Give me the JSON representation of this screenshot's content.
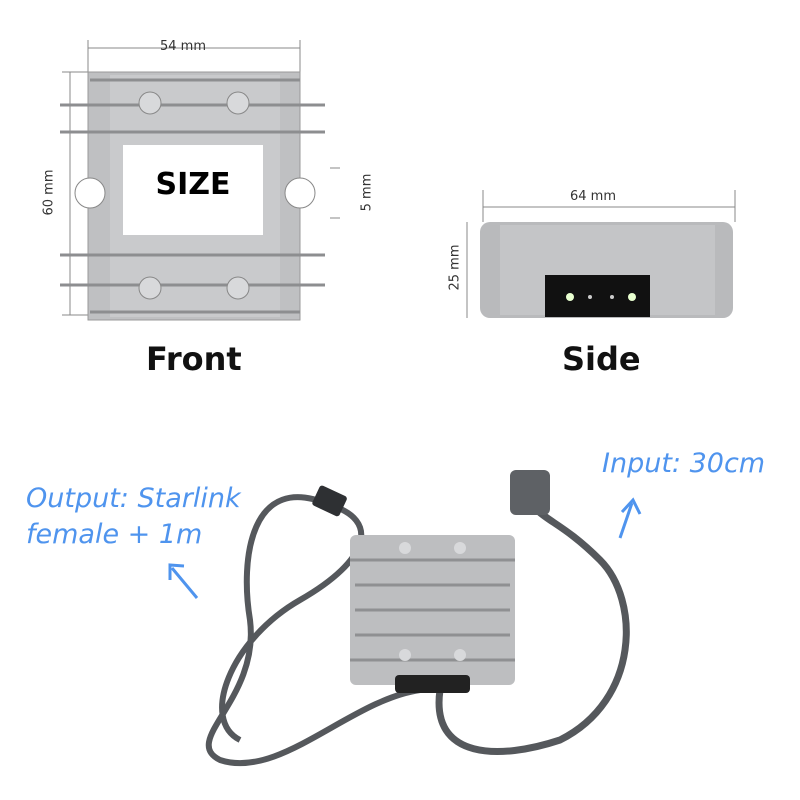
{
  "front": {
    "width_label": "54 mm",
    "height_label": "60 mm",
    "hole_label": "5 mm",
    "badge": "SIZE",
    "caption": "Front"
  },
  "side": {
    "width_label": "64 mm",
    "height_label": "25 mm",
    "caption": "Side"
  },
  "annotations": {
    "output_line1": "Output: Starlink",
    "output_line2": "female + 1m",
    "input": "Input: 30cm"
  },
  "colors": {
    "annotation": "#4f94ee",
    "housing": "#c8c9cb",
    "cable": "#55585c"
  }
}
